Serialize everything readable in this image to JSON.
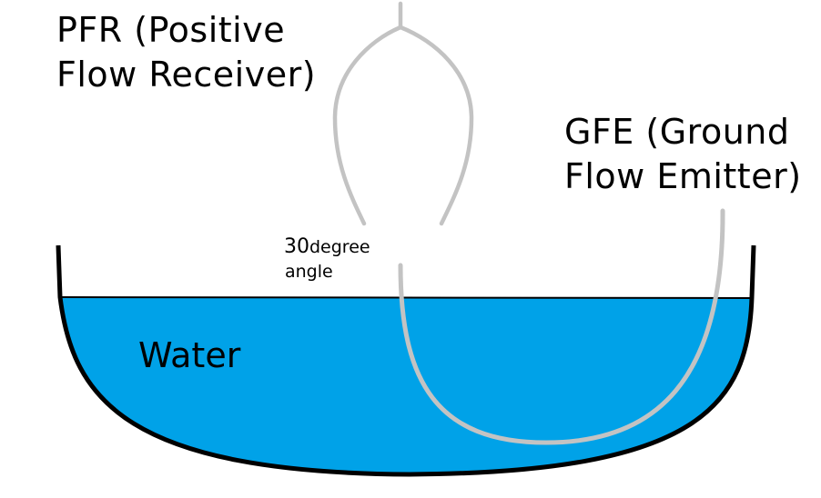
{
  "labels": {
    "pfr_line1": "PFR (Positive",
    "pfr_line2": "Flow Receiver)",
    "gfe_line1": "GFE (Ground",
    "gfe_line2": "Flow Emitter)",
    "water": "Water",
    "angle_number": "30",
    "angle_unit": "degree",
    "angle_word": "angle"
  },
  "colors": {
    "water": "#00a2e8",
    "bowl_outline": "#000000",
    "wire": "#c3c3c3",
    "text": "#000000",
    "background": "#ffffff"
  }
}
